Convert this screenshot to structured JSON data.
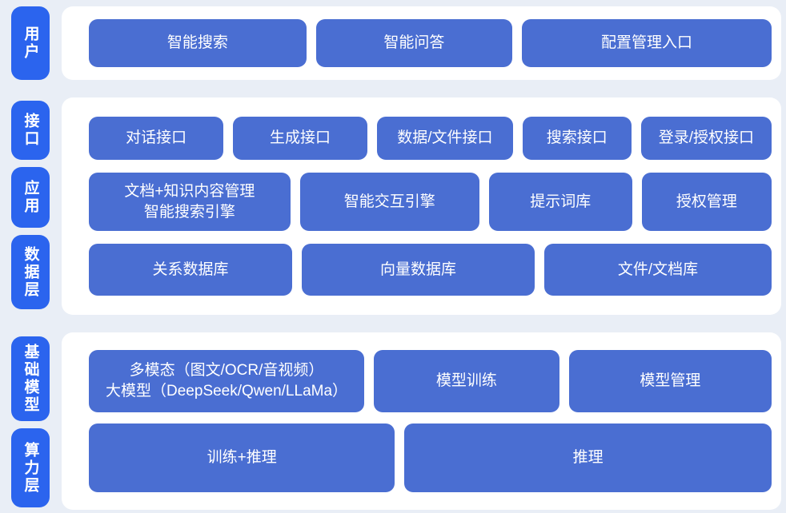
{
  "colors": {
    "background": "#e9eef6",
    "panel": "#ffffff",
    "layer_tab_blue": "#2b64ee",
    "block_blue": "#4a6ed2",
    "text": "#ffffff"
  },
  "layers": {
    "user": {
      "label": "用户"
    },
    "interface": {
      "label": "接口"
    },
    "application": {
      "label": "应用"
    },
    "data": {
      "label": "数据层"
    },
    "foundation_model": {
      "label": "基础模型"
    },
    "compute": {
      "label": "算力层"
    }
  },
  "blocks": {
    "smart_search": "智能搜索",
    "smart_qa": "智能问答",
    "config_entry": "配置管理入口",
    "dialog_api": "对话接口",
    "generate_api": "生成接口",
    "data_file_api": "数据/文件接口",
    "search_api": "搜索接口",
    "login_auth_api": "登录/授权接口",
    "doc_knowledge_engine": "文档+知识内容管理\n智能搜索引擎",
    "interaction_engine": "智能交互引擎",
    "prompt_library": "提示词库",
    "auth_management": "授权管理",
    "relational_db": "关系数据库",
    "vector_db": "向量数据库",
    "file_doc_store": "文件/文档库",
    "multimodal_llm": "多模态（图文/OCR/音视频）\n大模型（DeepSeek/Qwen/LLaMa）",
    "model_training": "模型训练",
    "model_management": "模型管理",
    "training_inference": "训练+推理",
    "inference": "推理"
  }
}
